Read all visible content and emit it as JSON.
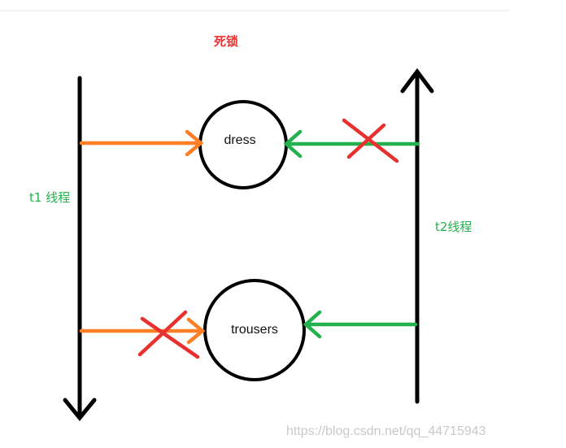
{
  "title": "死锁",
  "threads": [
    {
      "label": "t1 线程"
    },
    {
      "label": "t2线程"
    }
  ],
  "resources": [
    {
      "label": "dress"
    },
    {
      "label": "trousers"
    }
  ],
  "watermark": "https://blog.csdn.net/qq_44715943",
  "colors": {
    "title": "#e8312f",
    "thread_label": "#22b14c",
    "t1_arrow": "#ff7f27",
    "t2_arrow": "#22b14c",
    "blocked_cross": "#e8312f",
    "line": "#000000"
  }
}
